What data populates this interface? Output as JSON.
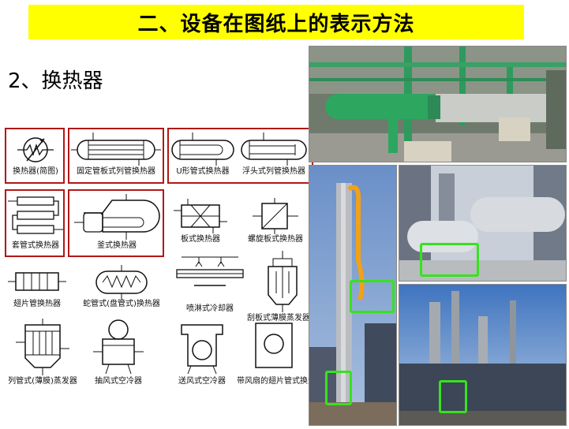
{
  "slide": {
    "title": "二、设备在图纸上的表示方法",
    "subtitle": "2、换热器"
  },
  "symbols": [
    {
      "label": "换热器(简图)"
    },
    {
      "label": "固定管板式列管换热器"
    },
    {
      "label": "U形管式换热器"
    },
    {
      "label": "浮头式列管换热器"
    },
    {
      "label": "套管式换热器"
    },
    {
      "label": "釜式换热器"
    },
    {
      "label": "板式换热器"
    },
    {
      "label": "螺旋板式换热器"
    },
    {
      "label": "翅片管换热器"
    },
    {
      "label": "蛇管式(盘管式)换热器"
    },
    {
      "label": "喷淋式冷却器"
    },
    {
      "label": "刮板式薄膜蒸发器"
    },
    {
      "label": "列管式(薄膜)蒸发器"
    },
    {
      "label": "抽风式空冷器"
    },
    {
      "label": "送风式空冷器"
    },
    {
      "label": "带风扇的翅片管式换热器"
    }
  ],
  "colors": {
    "title_background": "#ffff00",
    "highlight_red": "#b01818",
    "highlight_green": "#37e21e"
  }
}
